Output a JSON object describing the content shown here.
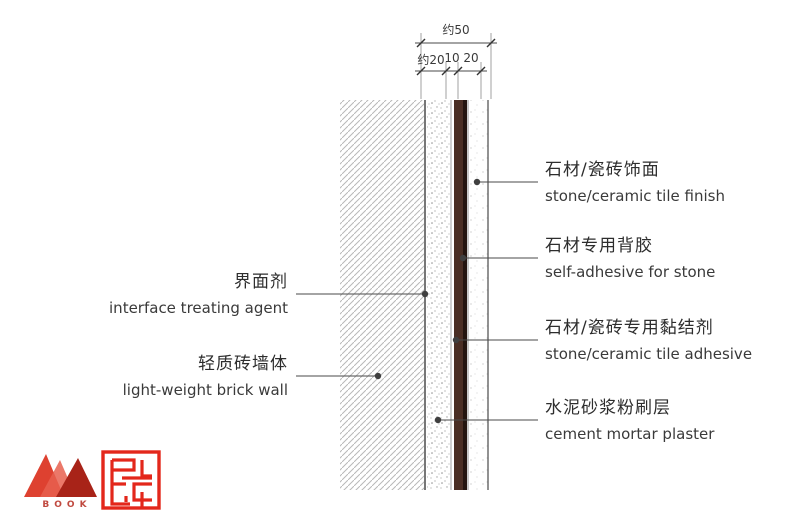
{
  "diagram": {
    "dimensions": {
      "total": "约50",
      "seg1": "约20",
      "seg2": "10",
      "seg3": "20"
    },
    "left_labels": [
      {
        "zh": "界面剂",
        "en": "interface treating agent"
      },
      {
        "zh": "轻质砖墙体",
        "en": "light-weight brick wall"
      }
    ],
    "right_labels": [
      {
        "zh": "石材/瓷砖饰面",
        "en": "stone/ceramic tile finish"
      },
      {
        "zh": "石材专用背胶",
        "en": "self-adhesive for stone"
      },
      {
        "zh": "石材/瓷砖专用黏结剂",
        "en": "stone/ceramic tile adhesive"
      },
      {
        "zh": "水泥砂浆粉刷层",
        "en": "cement mortar plaster"
      }
    ]
  },
  "watermark": {
    "logo_text": "BOOK"
  },
  "colors": {
    "line": "#444444",
    "hatch": "#b8b8b8",
    "adhesive_brown": "#4a2e24",
    "self_adhesive_dark": "#241510",
    "logo_red": "#d93a2b",
    "seal_red": "#e3271b"
  }
}
